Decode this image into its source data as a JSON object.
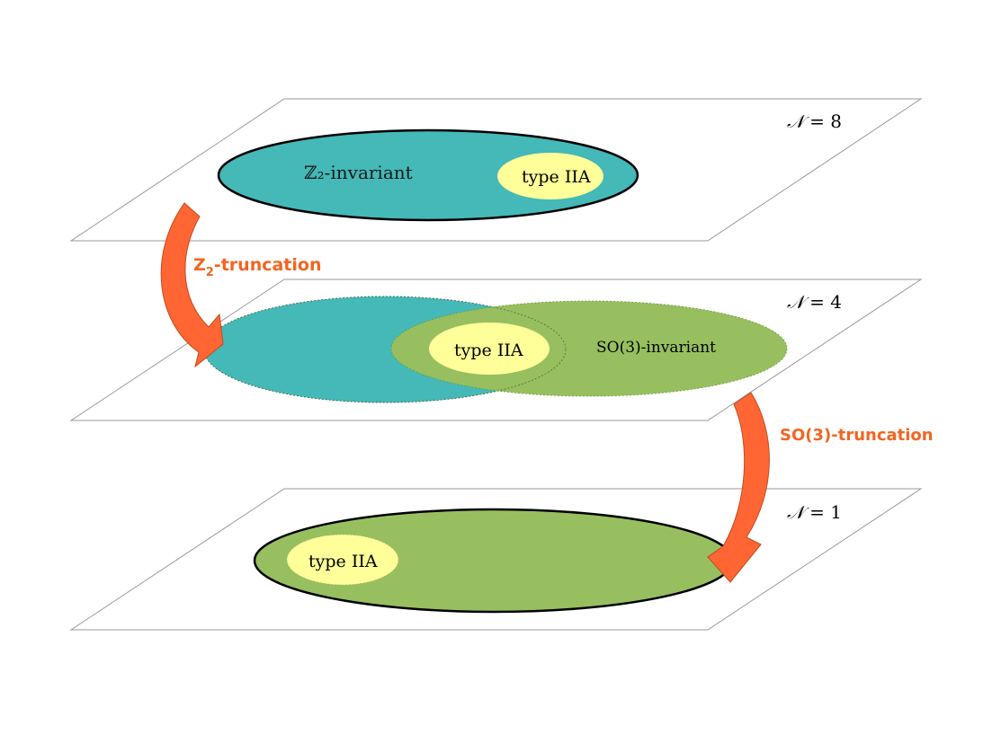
{
  "colors": {
    "teal": "#45b8b8",
    "green": "#97bf5f",
    "yellow": "#ffff99",
    "arrow": "#ff6633",
    "arrow_text": "#f26522",
    "plane_stroke": "#999999"
  },
  "planes": [
    {
      "id": "n8",
      "label_prefix": "𝒩",
      "label_value": "= 8",
      "regions": [
        {
          "name": "z2-invariant-region",
          "text": "ℤ₂-invariant",
          "color": "teal"
        },
        {
          "name": "type-iia-region",
          "text": "type IIA",
          "color": "yellow"
        }
      ]
    },
    {
      "id": "n4",
      "label_prefix": "𝒩",
      "label_value": "= 4",
      "regions": [
        {
          "name": "z2-invariant-region",
          "text": "",
          "color": "teal"
        },
        {
          "name": "so3-invariant-region",
          "text": "SO(3)-invariant",
          "color": "green"
        },
        {
          "name": "type-iia-region",
          "text": "type IIA",
          "color": "yellow"
        }
      ]
    },
    {
      "id": "n1",
      "label_prefix": "𝒩",
      "label_value": "= 1",
      "regions": [
        {
          "name": "so3-invariant-region",
          "text": "",
          "color": "green"
        },
        {
          "name": "type-iia-region",
          "text": "type IIA",
          "color": "yellow"
        }
      ]
    }
  ],
  "arrows": [
    {
      "name": "z2-truncation",
      "label_main": "Z",
      "label_sub": "2",
      "label_rest": "-truncation"
    },
    {
      "name": "so3-truncation",
      "label_main": "SO(3)-truncation"
    }
  ]
}
